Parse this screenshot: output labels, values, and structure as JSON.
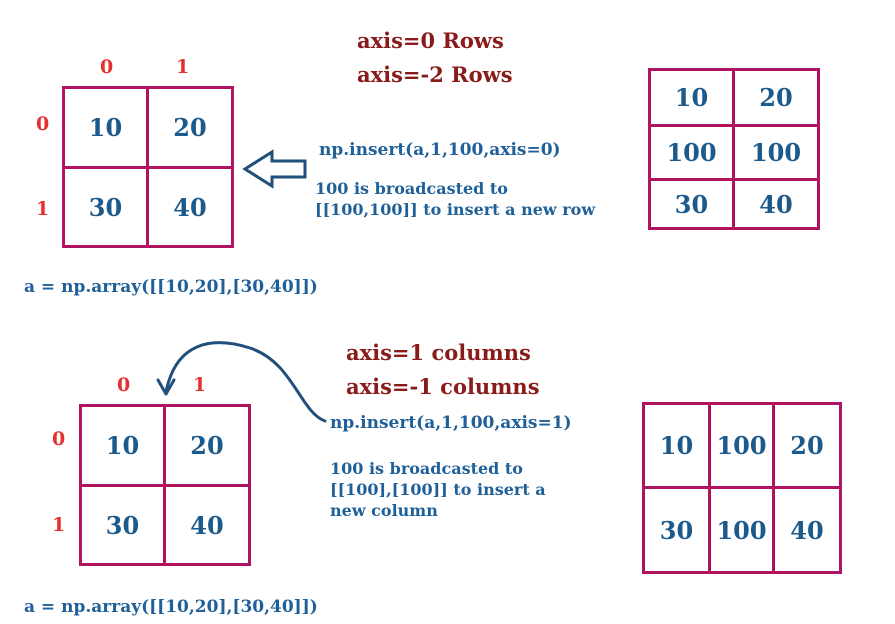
{
  "top": {
    "axis_lines": [
      "axis=0  Rows",
      "axis=-2 Rows"
    ],
    "col_indices": [
      "0",
      "1"
    ],
    "row_indices": [
      "0",
      "1"
    ],
    "source_cells": [
      [
        "10",
        "20"
      ],
      [
        "30",
        "40"
      ]
    ],
    "source_code": "a = np.array([[10,20],[30,40]])",
    "call": "np.insert(a,1,100,axis=0)",
    "note_lines": [
      "100 is broadcasted to",
      "[[100,100]] to insert a new row"
    ],
    "result_cells": [
      [
        "10",
        "20"
      ],
      [
        "100",
        "100"
      ],
      [
        "30",
        "40"
      ]
    ]
  },
  "bottom": {
    "axis_lines": [
      "axis=1 columns",
      "axis=-1 columns"
    ],
    "col_indices": [
      "0",
      "1"
    ],
    "row_indices": [
      "0",
      "1"
    ],
    "source_cells": [
      [
        "10",
        "20"
      ],
      [
        "30",
        "40"
      ]
    ],
    "source_code": "a = np.array([[10,20],[30,40]])",
    "call": "np.insert(a,1,100,axis=1)",
    "note_lines": [
      "100 is broadcasted to",
      "[[100],[100]] to insert a",
      "new column"
    ],
    "result_cells": [
      [
        "10",
        "100",
        "20"
      ],
      [
        "30",
        "100",
        "40"
      ]
    ]
  },
  "colors": {
    "grid_border": "#b0135f",
    "cell_text": "#1c5a8c",
    "index_text": "#e53030",
    "axis_text": "#8a1b1b",
    "note_text": "#1f6099",
    "arrow": "#1f4f7a"
  },
  "icons": [
    "left-arrow-icon",
    "curved-arrow-icon"
  ]
}
